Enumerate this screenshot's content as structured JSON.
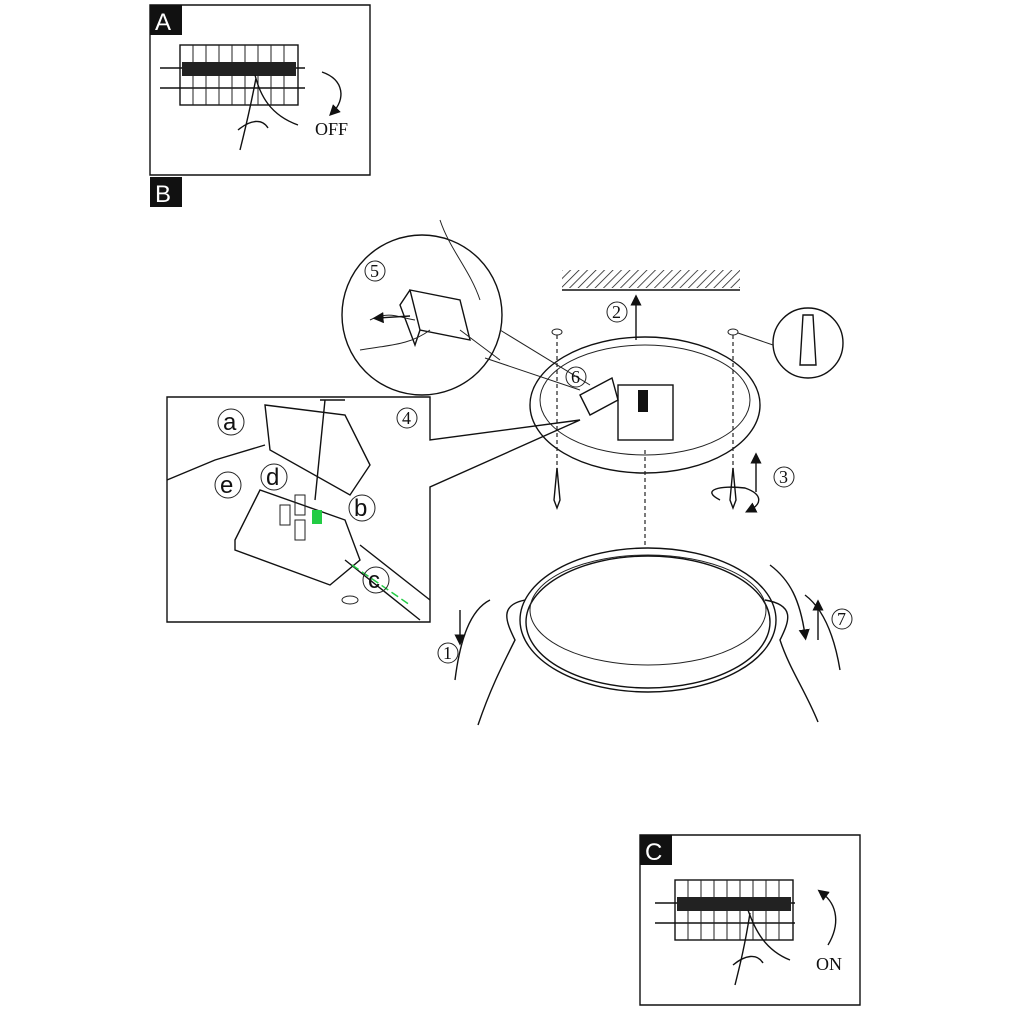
{
  "panels": {
    "a": {
      "tag": "A",
      "switch_label": "OFF"
    },
    "b": {
      "tag": "B"
    },
    "c": {
      "tag": "C",
      "switch_label": "ON"
    }
  },
  "steps": [
    "1",
    "2",
    "3",
    "4",
    "5",
    "6",
    "7"
  ],
  "substeps": [
    "a",
    "b",
    "c",
    "d",
    "e"
  ],
  "colors": {
    "ink": "#111111",
    "ground_wire": "#22cc44"
  }
}
